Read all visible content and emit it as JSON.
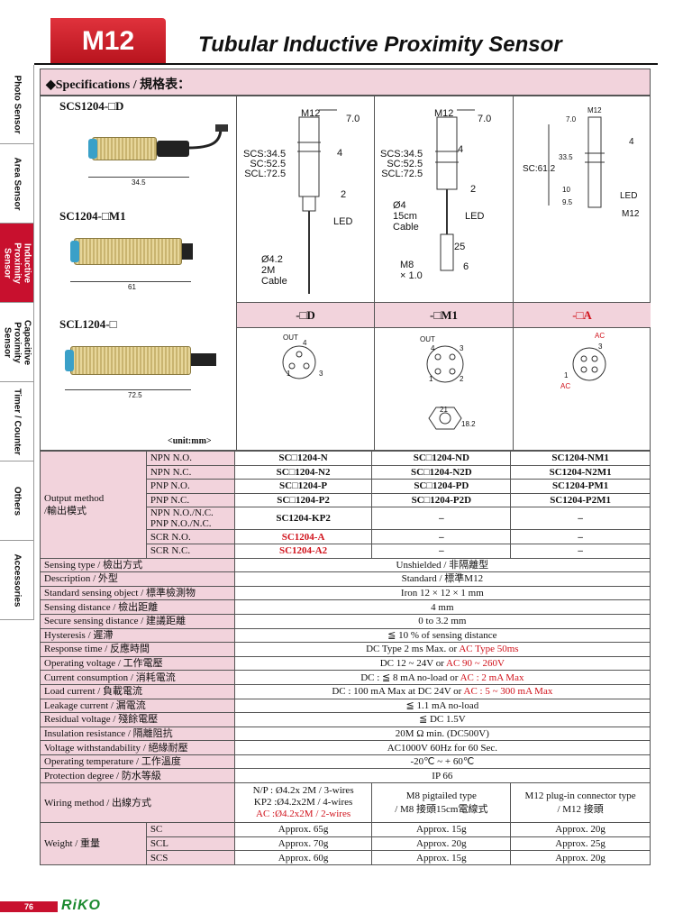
{
  "header": {
    "model": "M12",
    "title": "Tubular Inductive  Proximity Sensor"
  },
  "side_tabs": [
    "Photo Sensor",
    "Area Sensor",
    "Inductive Proximity Sensor",
    "Capacitive Proximity Sensor",
    "Timer / Counter",
    "Others",
    "Accessories"
  ],
  "spec_heading": "◆Specifications / 規格表：",
  "models": [
    {
      "label": "SCS1204-□D",
      "length": "34.5"
    },
    {
      "label": "SC1204-□M1",
      "length": "61"
    },
    {
      "label": "SCL1204-□",
      "length": "72.5"
    }
  ],
  "unit": "<unit:mm>",
  "drawings": {
    "d1": {
      "m": "M12",
      "w": "7.0",
      "lengths": "SCS:34.5\nSC:52.5\nSCL:72.5",
      "four": "4",
      "two": "2",
      "led": "LED",
      "cable": "Ø4.2\n2M\nCable"
    },
    "d2": {
      "m": "M12",
      "w": "7.0",
      "lengths": "SCS:34.5\nSC:52.5\nSCL:72.5",
      "four": "4",
      "two": "2",
      "led": "LED",
      "cable": "Ø4\n15cm\nCable",
      "d25": "25",
      "m8": "M8\n× 1.0",
      "six": "6"
    },
    "d3": {
      "m": "M12",
      "w": "7.0",
      "len": "SC:61.2",
      "a": "33.5",
      "b": "10",
      "c": "9.5",
      "four": "4",
      "led": "LED",
      "m12": "M12"
    }
  },
  "connector_headers": [
    "-□D",
    "-□M1",
    "-□A"
  ],
  "pins": {
    "d": {
      "out": "OUT",
      "p4": "4",
      "p1": "1",
      "p3": "3"
    },
    "m1": {
      "out": "OUT",
      "p4": "4",
      "p3": "3",
      "p1": "1",
      "p2": "2",
      "w": "21",
      "h": "18.2"
    },
    "a": {
      "ac_top": "AC",
      "ac_bot": "AC",
      "p3": "3",
      "p1": "1"
    }
  },
  "output": {
    "label": "Output method\n/輸出模式",
    "rows": [
      {
        "type": "NPN N.O.",
        "c1": "SC□1204-N",
        "c2": "SC□1204-ND",
        "c3": "SC1204-NM1"
      },
      {
        "type": "NPN N.C.",
        "c1": "SC□1204-N2",
        "c2": "SC□1204-N2D",
        "c3": "SC1204-N2M1"
      },
      {
        "type": "PNP N.O.",
        "c1": "SC□1204-P",
        "c2": "SC□1204-PD",
        "c3": "SC1204-PM1"
      },
      {
        "type": "PNP N.C.",
        "c1": "SC□1204-P2",
        "c2": "SC□1204-P2D",
        "c3": "SC1204-P2M1"
      },
      {
        "type": "NPN N.O./N.C.\nPNP N.O./N.C.",
        "c1": "SC1204-KP2",
        "c2": "–",
        "c3": "–"
      },
      {
        "type": "SCR N.O.",
        "c1": "SC1204-A",
        "c2": "–",
        "c3": "–"
      },
      {
        "type": "SCR N.C.",
        "c1": "SC1204-A2",
        "c2": "–",
        "c3": "–"
      }
    ]
  },
  "specs": [
    {
      "label": "Sensing type / 檢出方式",
      "value": "Unshielded / 非隔離型"
    },
    {
      "label": "Description / 外型",
      "value": "Standard / 標準M12"
    },
    {
      "label": "Standard sensing object / 標準檢測物",
      "value": "Iron 12 × 12 × 1 mm"
    },
    {
      "label": "Sensing distance / 檢出距離",
      "value": "4 mm"
    },
    {
      "label": "Secure sensing distance / 建議距離",
      "value": "0 to 3.2 mm"
    },
    {
      "label": "Hysteresis / 遲滯",
      "value": "≦ 10 % of sensing distance"
    },
    {
      "label": "Response time / 反應時間",
      "value": "DC Type 2 ms Max. or ",
      "red": "AC Type 50ms"
    },
    {
      "label": "Operating voltage / 工作電壓",
      "value": "DC 12 ~ 24V or ",
      "red": "AC 90 ~ 260V"
    },
    {
      "label": "Current consumption / 消耗電流",
      "value": "DC : ≦ 8 mA no-load or ",
      "red": "AC : 2 mA Max"
    },
    {
      "label": "Load current / 負載電流",
      "value": "DC : 100 mA Max at DC 24V or ",
      "red": "AC : 5 ~ 300 mA Max"
    },
    {
      "label": " Leakage current / 漏電流",
      "value": "≦ 1.1 mA no-load"
    },
    {
      "label": "Residual voltage / 殘餘電壓",
      "value": "≦ DC 1.5V"
    },
    {
      "label": "Insulation resistance / 隔離阻抗",
      "value": "20M Ω  min.  (DC500V)"
    },
    {
      "label": "Voltage withstandability / 絕緣耐壓",
      "value": "AC1000V 60Hz for 60 Sec."
    },
    {
      "label": "Operating temperature / 工作溫度",
      "value": "-20℃ ~ + 60℃"
    },
    {
      "label": "Protection degree / 防水等級",
      "value": "IP 66"
    }
  ],
  "wiring": {
    "label": "Wiring method / 出線方式",
    "c1a": "N/P : Ø4.2x 2M / 3-wires",
    "c1b": "KP2 :Ø4.2x2M / 4-wires",
    "c1c": "AC :Ø4.2x2M / 2-wires",
    "c2": "M8 pigtailed type\n/ M8 接頭15cm電線式",
    "c3": "M12 plug-in connector type\n/ M12 接頭"
  },
  "weight": {
    "label": "Weight / 重量",
    "rows": [
      {
        "type": "SC",
        "c1": "Approx. 65g",
        "c2": "Approx. 15g",
        "c3": "Approx. 20g"
      },
      {
        "type": "SCL",
        "c1": "Approx. 70g",
        "c2": "Approx. 20g",
        "c3": "Approx. 25g"
      },
      {
        "type": "SCS",
        "c1": "Approx. 60g",
        "c2": "Approx. 15g",
        "c3": "Approx. 20g"
      }
    ]
  },
  "footer": {
    "page": "76",
    "brand": "RiKO"
  },
  "colors": {
    "accent": "#c8102e",
    "pink": "#f2d3dc",
    "red_text": "#d0121b",
    "brand": "#1b8a2f"
  }
}
